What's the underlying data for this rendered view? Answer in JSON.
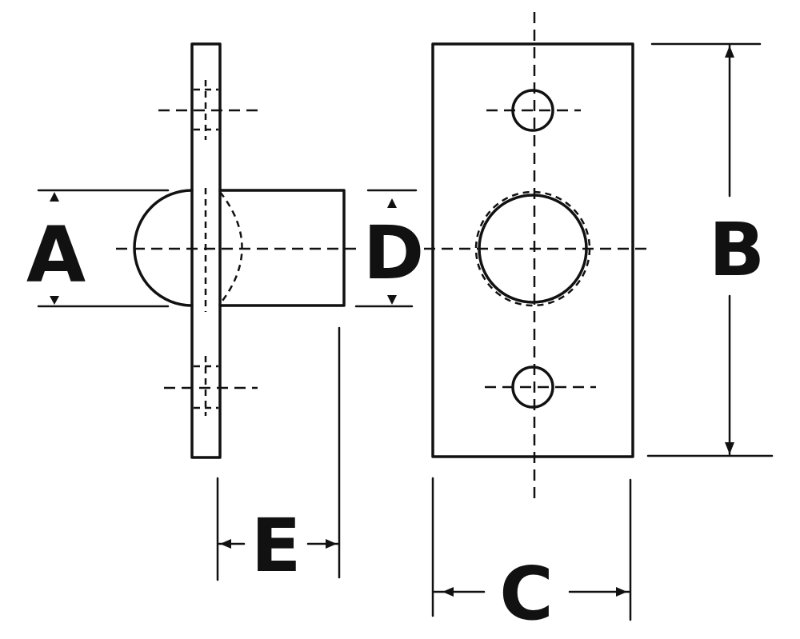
{
  "labels": {
    "a": "A",
    "b": "B",
    "c": "C",
    "d": "D",
    "e": "E"
  },
  "colors": {
    "ink": "#111111",
    "paper": "#ffffff"
  }
}
